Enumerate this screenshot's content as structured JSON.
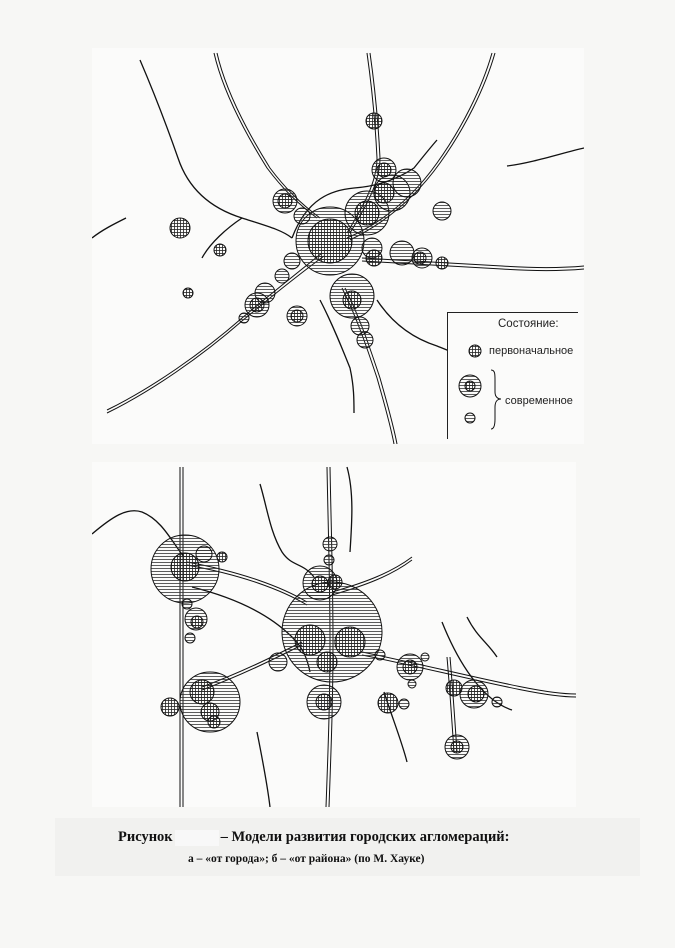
{
  "legend": {
    "title": "Состояние:",
    "initial": "первоначальное",
    "current": "современное"
  },
  "caption": {
    "prefix": "Рисунок",
    "title": "– Модели развития городских агломераций:",
    "subtitle": "а – «от города»; б – «от района» (по М. Хауке)"
  }
}
